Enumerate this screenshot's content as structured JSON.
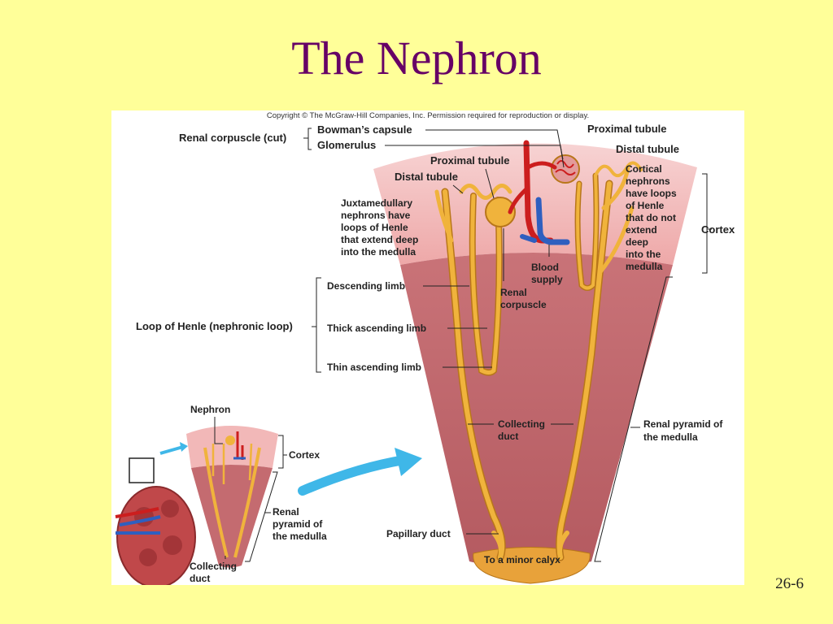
{
  "slide": {
    "title": "The Nephron",
    "page_number": "26-6"
  },
  "figure": {
    "copyright": "Copyright © The McGraw-Hill Companies, Inc. Permission required for reproduction or display.",
    "labels": {
      "renal_corpuscle_cut": "Renal corpuscle (cut)",
      "bowmans_capsule": "Bowman’s capsule",
      "glomerulus": "Glomerulus",
      "proximal_tubule_top": "Proximal tubule",
      "distal_tubule_top": "Distal tubule",
      "proximal_tubule_mid": "Proximal tubule",
      "distal_tubule_mid": "Distal tubule",
      "juxtamedullary": [
        "Juxtamedullary",
        "nephrons have",
        "loops of Henle",
        "that extend deep",
        "into the medulla"
      ],
      "cortical": [
        "Cortical",
        "nephrons",
        "have loops",
        "of Henle",
        "that do not",
        "extend",
        "deep",
        "into the",
        "medulla"
      ],
      "cortex": "Cortex",
      "blood_supply": [
        "Blood",
        "supply"
      ],
      "renal_corpuscle": [
        "Renal",
        "corpuscle"
      ],
      "loop_of_henle": "Loop of Henle (nephronic loop)",
      "descending_limb": "Descending limb",
      "thick_ascending_limb": "Thick ascending limb",
      "thin_ascending_limb": "Thin ascending limb",
      "collecting_duct": [
        "Collecting",
        "duct"
      ],
      "renal_pyramid": [
        "Renal pyramid of",
        "the medulla"
      ],
      "papillary_duct": "Papillary duct",
      "to_minor_calyx": "To a minor calyx",
      "inset_nephron": "Nephron",
      "inset_cortex": "Cortex",
      "inset_renal_pyramid": [
        "Renal",
        "pyramid of",
        "the medulla"
      ],
      "inset_collecting_duct": [
        "Collecting",
        "duct"
      ]
    },
    "colors": {
      "cortex_fill": "#f2b8b8",
      "medulla_fill": "#c46b70",
      "tubule": "#f0b33c",
      "tubule_edge": "#b8761a",
      "artery": "#cc1e1e",
      "vein": "#2f5fbf",
      "arrow": "#3fb7e8"
    }
  }
}
